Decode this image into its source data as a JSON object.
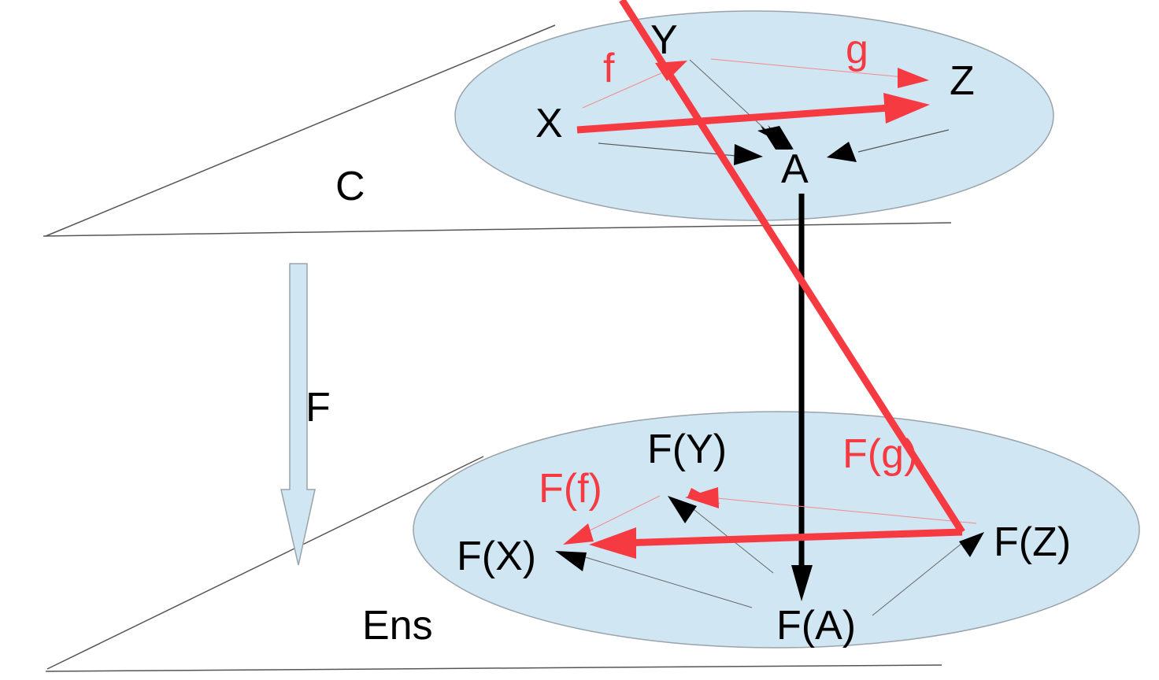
{
  "colors": {
    "ellipse_fill": "#d1e6f3",
    "ellipse_stroke": "#9aa3aa",
    "morphism_red": "#f53b41",
    "black": "#000000",
    "plane_line": "#555555"
  },
  "category_c": {
    "name": "C",
    "objects": {
      "x": "X",
      "y": "Y",
      "z": "Z",
      "a": "A"
    },
    "morphisms": {
      "f": "f",
      "g": "g"
    }
  },
  "category_ens": {
    "name": "Ens",
    "objects": {
      "fx": "F(X)",
      "fy": "F(Y)",
      "fz": "F(Z)",
      "fa": "F(A)"
    },
    "morphisms": {
      "ff": "F(f)",
      "fg": "F(g)"
    }
  },
  "functor": {
    "name": "F"
  }
}
